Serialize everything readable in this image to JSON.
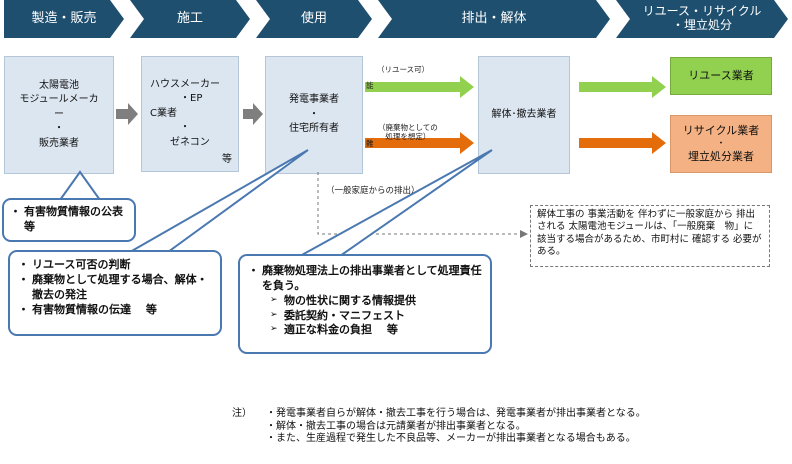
{
  "stages": [
    "製造・販売",
    "施工",
    "使用",
    "排出・解体",
    "リユース・リサイクル\n・埋立処分"
  ],
  "boxes": {
    "manufacture": [
      "太陽電池",
      "モジュールメーカ",
      "ー",
      "・",
      "販売業者"
    ],
    "construction": [
      "ハウスメーカー",
      "・EP",
      "C業者",
      "・",
      "ゼネコン"
    ],
    "construction_suffix": "等",
    "use": [
      "発電事業者",
      "・",
      "住宅所有者"
    ],
    "demolition": "解体･撤去業者",
    "reuse": "リユース業者",
    "recycle": [
      "リサイクル業者",
      "・",
      "埋立処分業者"
    ]
  },
  "flow_labels": {
    "reuse_ok": "（リユース可）",
    "reuse_prefix": "能",
    "waste": "（廃棄物としての\n処理を想定）",
    "waste_prefix": "難",
    "household": "（一般家庭からの排出）"
  },
  "callouts": {
    "manufacturer": [
      "有害物質情報の公表　　等"
    ],
    "user": [
      "リユース可否の判断",
      "廃棄物として処理する場合、解体・撤去の発注",
      "有害物質情報の伝達　 等"
    ],
    "demolisher_main": "廃棄物処理法上の排出事業者として処理責任を負う。",
    "demolisher_sub": [
      "物の性状に関する情報提供",
      "委託契約・マニフェスト",
      "適正な料金の負担　 等"
    ]
  },
  "household_note": "解体工事の 事業活動を 伴わずに一般家庭から 排出される 太陽電池モジュールは、「一般廃棄　物」に 該当する場合があるため、市町村に 確認する 必要がある。",
  "notes": {
    "label": "注）",
    "lines": [
      "・発電事業者自らが解体・撤去工事を行う場合は、発電事業者が排出事業者となる。",
      "・解体・撤去工事の場合は元請業者が排出事業者となる。",
      "・また、生産過程で発生した不良品等、メーカーが排出事業者となる場合もある。"
    ]
  },
  "colors": {
    "header": "#1f4f6f",
    "box": "#dce6f1",
    "reuse": "#92d050",
    "recycle": "#f4b183",
    "arrow_green": "#92d050",
    "arrow_orange": "#e46c0a",
    "arrow_gray": "#7f7f7f",
    "callout_border": "#4a78b0"
  }
}
